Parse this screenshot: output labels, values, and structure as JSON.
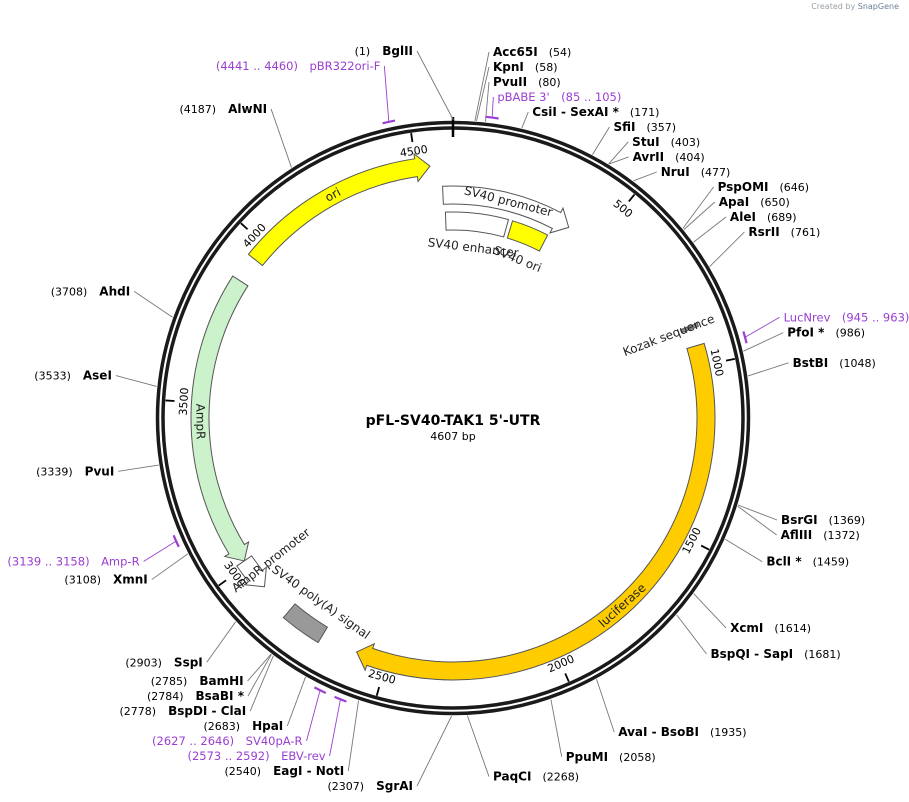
{
  "credit": {
    "prefix": "Created by",
    "brand": "SnapGene"
  },
  "plasmid": {
    "name": "pFL-SV40-TAK1 5'-UTR",
    "size_label": "4607 bp",
    "length": 4607
  },
  "ticks": [
    {
      "pos": 500,
      "label": "500"
    },
    {
      "pos": 1000,
      "label": "1000"
    },
    {
      "pos": 1500,
      "label": "1500"
    },
    {
      "pos": 2000,
      "label": "2000"
    },
    {
      "pos": 2500,
      "label": "2500"
    },
    {
      "pos": 3000,
      "label": "3000"
    },
    {
      "pos": 3500,
      "label": "3500"
    },
    {
      "pos": 4000,
      "label": "4000"
    },
    {
      "pos": 4500,
      "label": "4500"
    }
  ],
  "sites": [
    {
      "id": "bglii",
      "name": "BglII",
      "pos_label": "(1)",
      "pos": 1,
      "side": "left"
    },
    {
      "id": "acc65i",
      "name": "Acc65I",
      "pos_label": "(54)",
      "pos": 54,
      "side": "right"
    },
    {
      "id": "kpni",
      "name": "KpnI",
      "pos_label": "(58)",
      "pos": 58,
      "side": "right"
    },
    {
      "id": "pvuii",
      "name": "PvuII",
      "pos_label": "(80)",
      "pos": 80,
      "side": "right"
    },
    {
      "id": "csii-sexai",
      "name": "CsiI  -  SexAI *",
      "pos_label": "(171)",
      "pos": 171,
      "side": "right"
    },
    {
      "id": "sfii",
      "name": "SfiI",
      "pos_label": "(357)",
      "pos": 357,
      "side": "right"
    },
    {
      "id": "stui",
      "name": "StuI",
      "pos_label": "(403)",
      "pos": 403,
      "side": "right"
    },
    {
      "id": "avrii",
      "name": "AvrII",
      "pos_label": "(404)",
      "pos": 404,
      "side": "right"
    },
    {
      "id": "nrui",
      "name": "NruI",
      "pos_label": "(477)",
      "pos": 477,
      "side": "right"
    },
    {
      "id": "pspomi",
      "name": "PspOMI",
      "pos_label": "(646)",
      "pos": 646,
      "side": "right"
    },
    {
      "id": "apai",
      "name": "ApaI",
      "pos_label": "(650)",
      "pos": 650,
      "side": "right"
    },
    {
      "id": "alei",
      "name": "AleI",
      "pos_label": "(689)",
      "pos": 689,
      "side": "right"
    },
    {
      "id": "rsrii",
      "name": "RsrII",
      "pos_label": "(761)",
      "pos": 761,
      "side": "right"
    },
    {
      "id": "pfoi",
      "name": "PfoI *",
      "pos_label": "(986)",
      "pos": 986,
      "side": "right"
    },
    {
      "id": "bstbi",
      "name": "BstBI",
      "pos_label": "(1048)",
      "pos": 1048,
      "side": "right"
    },
    {
      "id": "bsrgi",
      "name": "BsrGI",
      "pos_label": "(1369)",
      "pos": 1369,
      "side": "right"
    },
    {
      "id": "afliii",
      "name": "AflIII",
      "pos_label": "(1372)",
      "pos": 1372,
      "side": "right"
    },
    {
      "id": "bcli",
      "name": "BclI *",
      "pos_label": "(1459)",
      "pos": 1459,
      "side": "right"
    },
    {
      "id": "xcmi",
      "name": "XcmI",
      "pos_label": "(1614)",
      "pos": 1614,
      "side": "right"
    },
    {
      "id": "bspqi-sapi",
      "name": "BspQI  -  SapI",
      "pos_label": "(1681)",
      "pos": 1681,
      "side": "right"
    },
    {
      "id": "avai-bsobi",
      "name": "AvaI  -  BsoBI",
      "pos_label": "(1935)",
      "pos": 1935,
      "side": "right"
    },
    {
      "id": "ppumi",
      "name": "PpuMI",
      "pos_label": "(2058)",
      "pos": 2058,
      "side": "right"
    },
    {
      "id": "paqci",
      "name": "PaqCI",
      "pos_label": "(2268)",
      "pos": 2268,
      "side": "right"
    },
    {
      "id": "sgrai",
      "name": "SgrAI",
      "pos_label": "(2307)",
      "pos": 2307,
      "side": "left"
    },
    {
      "id": "eagi-noti",
      "name": "EagI  -  NotI",
      "pos_label": "(2540)",
      "pos": 2540,
      "side": "left"
    },
    {
      "id": "hpai",
      "name": "HpaI",
      "pos_label": "(2683)",
      "pos": 2683,
      "side": "left"
    },
    {
      "id": "bspdi-clai",
      "name": "BspDI  -  ClaI",
      "pos_label": "(2778)",
      "pos": 2778,
      "side": "left"
    },
    {
      "id": "bsabi",
      "name": "BsaBI *",
      "pos_label": "(2784)",
      "pos": 2784,
      "side": "left"
    },
    {
      "id": "bamhi",
      "name": "BamHI",
      "pos_label": "(2785)",
      "pos": 2785,
      "side": "left"
    },
    {
      "id": "sspi",
      "name": "SspI",
      "pos_label": "(2903)",
      "pos": 2903,
      "side": "left"
    },
    {
      "id": "xmni",
      "name": "XmnI",
      "pos_label": "(3108)",
      "pos": 3108,
      "side": "left"
    },
    {
      "id": "pvui",
      "name": "PvuI",
      "pos_label": "(3339)",
      "pos": 3339,
      "side": "left"
    },
    {
      "id": "asei",
      "name": "AseI",
      "pos_label": "(3533)",
      "pos": 3533,
      "side": "left"
    },
    {
      "id": "ahdi",
      "name": "AhdI",
      "pos_label": "(3708)",
      "pos": 3708,
      "side": "left"
    },
    {
      "id": "alwni",
      "name": "AlwNI",
      "pos_label": "(4187)",
      "pos": 4187,
      "side": "left"
    }
  ],
  "primers": [
    {
      "id": "pbr322ori-f",
      "name": "pBR322ori-F",
      "range_label": "(4441 .. 4460)",
      "start": 4441,
      "end": 4460,
      "side": "left",
      "order": "range-first"
    },
    {
      "id": "pbabe-3",
      "name": "pBABE 3'",
      "range_label": "(85 .. 105)",
      "start": 85,
      "end": 105,
      "side": "right",
      "order": "name-first"
    },
    {
      "id": "lucnrev",
      "name": "LucNrev",
      "range_label": "(945 .. 963)",
      "start": 945,
      "end": 963,
      "side": "right",
      "order": "name-first"
    },
    {
      "id": "amp-r",
      "name": "Amp-R",
      "range_label": "(3139 .. 3158)",
      "start": 3139,
      "end": 3158,
      "side": "left",
      "order": "range-first"
    },
    {
      "id": "sv40pa-r",
      "name": "SV40pA-R",
      "range_label": "(2627 .. 2646)",
      "start": 2627,
      "end": 2646,
      "side": "left",
      "order": "range-first"
    },
    {
      "id": "ebv-rev",
      "name": "EBV-rev",
      "range_label": "(2573 .. 2592)",
      "start": 2573,
      "end": 2592,
      "side": "left",
      "order": "range-first"
    }
  ],
  "features": [
    {
      "id": "sv40-promoter",
      "name": "SV40 promoter",
      "start": 4574,
      "end": 400,
      "strand": 1,
      "color": "#ffffff",
      "kind": "arrow",
      "track": "inner",
      "label_mode": "inside"
    },
    {
      "id": "sv40-enhancer",
      "name": "SV40 enhancer",
      "start": 4580,
      "end": 200,
      "strand": 0,
      "color": "#ffffff",
      "kind": "box",
      "track": "inner2",
      "label_mode": "below"
    },
    {
      "id": "sv40-ori",
      "name": "SV40 ori",
      "start": 215,
      "end": 350,
      "strand": 0,
      "color": "#ffff00",
      "kind": "box",
      "track": "inner2",
      "label_mode": "below"
    },
    {
      "id": "ori",
      "name": "ori",
      "start": 3950,
      "end": 4540,
      "strand": 1,
      "color": "#ffff00",
      "kind": "arrow",
      "track": "outer",
      "label_mode": "inside"
    },
    {
      "id": "kozak",
      "name": "Kozak sequence",
      "start": 880,
      "end": 890,
      "strand": 0,
      "color": "#888888",
      "kind": "box",
      "track": "outer",
      "label_mode": "along"
    },
    {
      "id": "luciferase",
      "name": "luciferase",
      "start": 940,
      "end": 2590,
      "strand": 1,
      "color": "#ffcc00",
      "kind": "arrow",
      "track": "outer",
      "label_mode": "inside"
    },
    {
      "id": "sv40-polya",
      "name": "SV40 poly(A) signal",
      "start": 2700,
      "end": 2820,
      "strand": 0,
      "color": "#999999",
      "kind": "box",
      "track": "outer",
      "label_mode": "below"
    },
    {
      "id": "ampr",
      "name": "AmpR",
      "start": 3015,
      "end": 3875,
      "strand": -1,
      "color": "#ccf2cc",
      "kind": "arrow",
      "track": "outer",
      "label_mode": "inside"
    },
    {
      "id": "ampr-promoter",
      "name": "AmpR promoter",
      "start": 2920,
      "end": 3015,
      "strand": -1,
      "color": "#ffffff",
      "kind": "arrow",
      "track": "outer",
      "label_mode": "along"
    }
  ]
}
